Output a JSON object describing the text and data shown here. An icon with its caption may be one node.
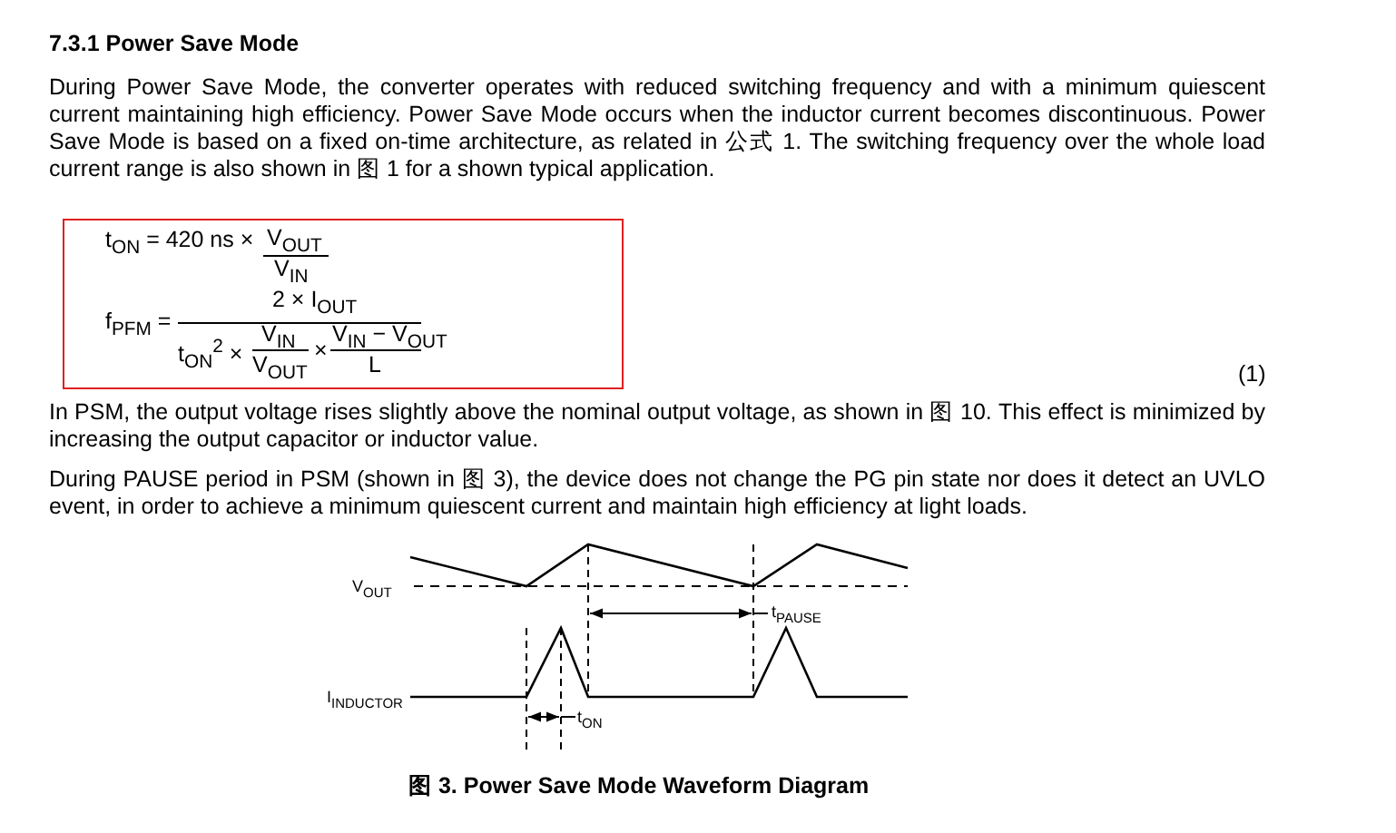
{
  "diagram": {
    "title": "7.3.1 Power Save Mode",
    "caption": "图 3. Power Save Mode Waveform Diagram",
    "labels": [
      "During Power Save Mode, the converter operates with reduced switching frequency and with a minimum quiescent current maintaining high efficiency. Power Save Mode occurs when the inductor current becomes discontinuous. Power Save Mode is based on a fixed on-time architecture, as related in 公式 1. The switching frequency over the whole load current range is also shown in 图 1 for a shown typical application.",
      "t$_{ON}$ = 420 ns ×",
      "V$_{OUT}$",
      "V$_{IN}$",
      "f$_{PFM}$ =",
      "2 × I$_{OUT}$",
      "t$_{ON}$$^{2}$ ×",
      "V$_{IN}$",
      "V$_{OUT}$",
      "×",
      "V$_{IN}$ − V$_{OUT}$",
      "L",
      "(1)",
      "In PSM, the output voltage rises slightly above the nominal output voltage, as shown in 图 10. This effect is minimized by increasing the output capacitor or inductor value.",
      "During PAUSE period in PSM (shown in 图 3), the device does not change the PG pin state nor does it detect an UVLO event, in order to achieve a minimum quiescent current and maintain high efficiency at light loads.",
      "V$_{OUT}$",
      "I$_{INDUCTOR}$",
      "t$_{PAUSE}$",
      "t$_{ON}$"
    ]
  }
}
